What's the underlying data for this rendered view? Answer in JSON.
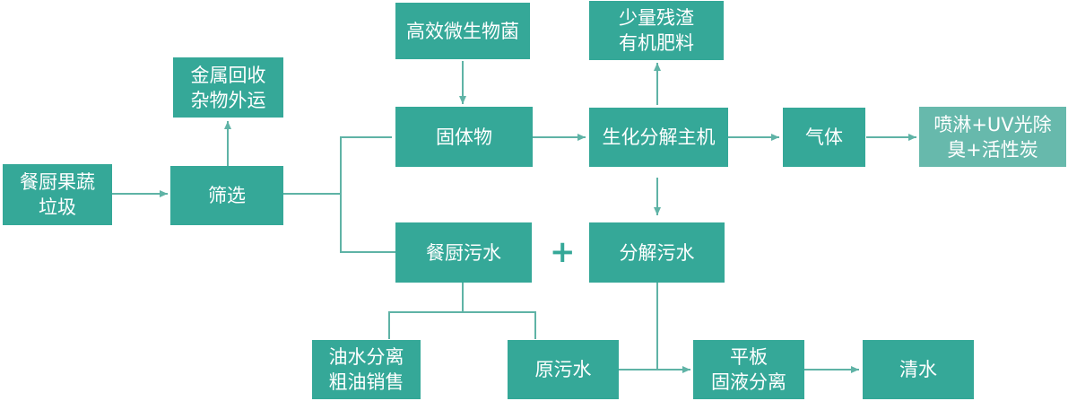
{
  "colors": {
    "box": "#35a898",
    "box_light": "#67b9ac",
    "line": "#5fb3a6"
  },
  "nodes": {
    "kitchen_waste": [
      "餐厨果蔬",
      "垃圾"
    ],
    "screening": [
      "筛选"
    ],
    "metal_recycling": [
      "金属回收",
      "杂物外运"
    ],
    "microbes": [
      "高效微生物菌"
    ],
    "solids": [
      "固体物"
    ],
    "residue": [
      "少量残渣",
      "有机肥料"
    ],
    "main_unit": [
      "生化分解主机"
    ],
    "gas": [
      "气体"
    ],
    "deodorize": [
      "喷淋+UV光除",
      "臭+活性炭"
    ],
    "kitchen_water": [
      "餐厨污水"
    ],
    "decomp_water": [
      "分解污水"
    ],
    "oil_sep": [
      "油水分离",
      "粗油销售"
    ],
    "raw_water": [
      "原污水"
    ],
    "plate_sep": [
      "平板",
      "固液分离"
    ],
    "clean_water": [
      "清水"
    ]
  },
  "plus_sign": "+"
}
